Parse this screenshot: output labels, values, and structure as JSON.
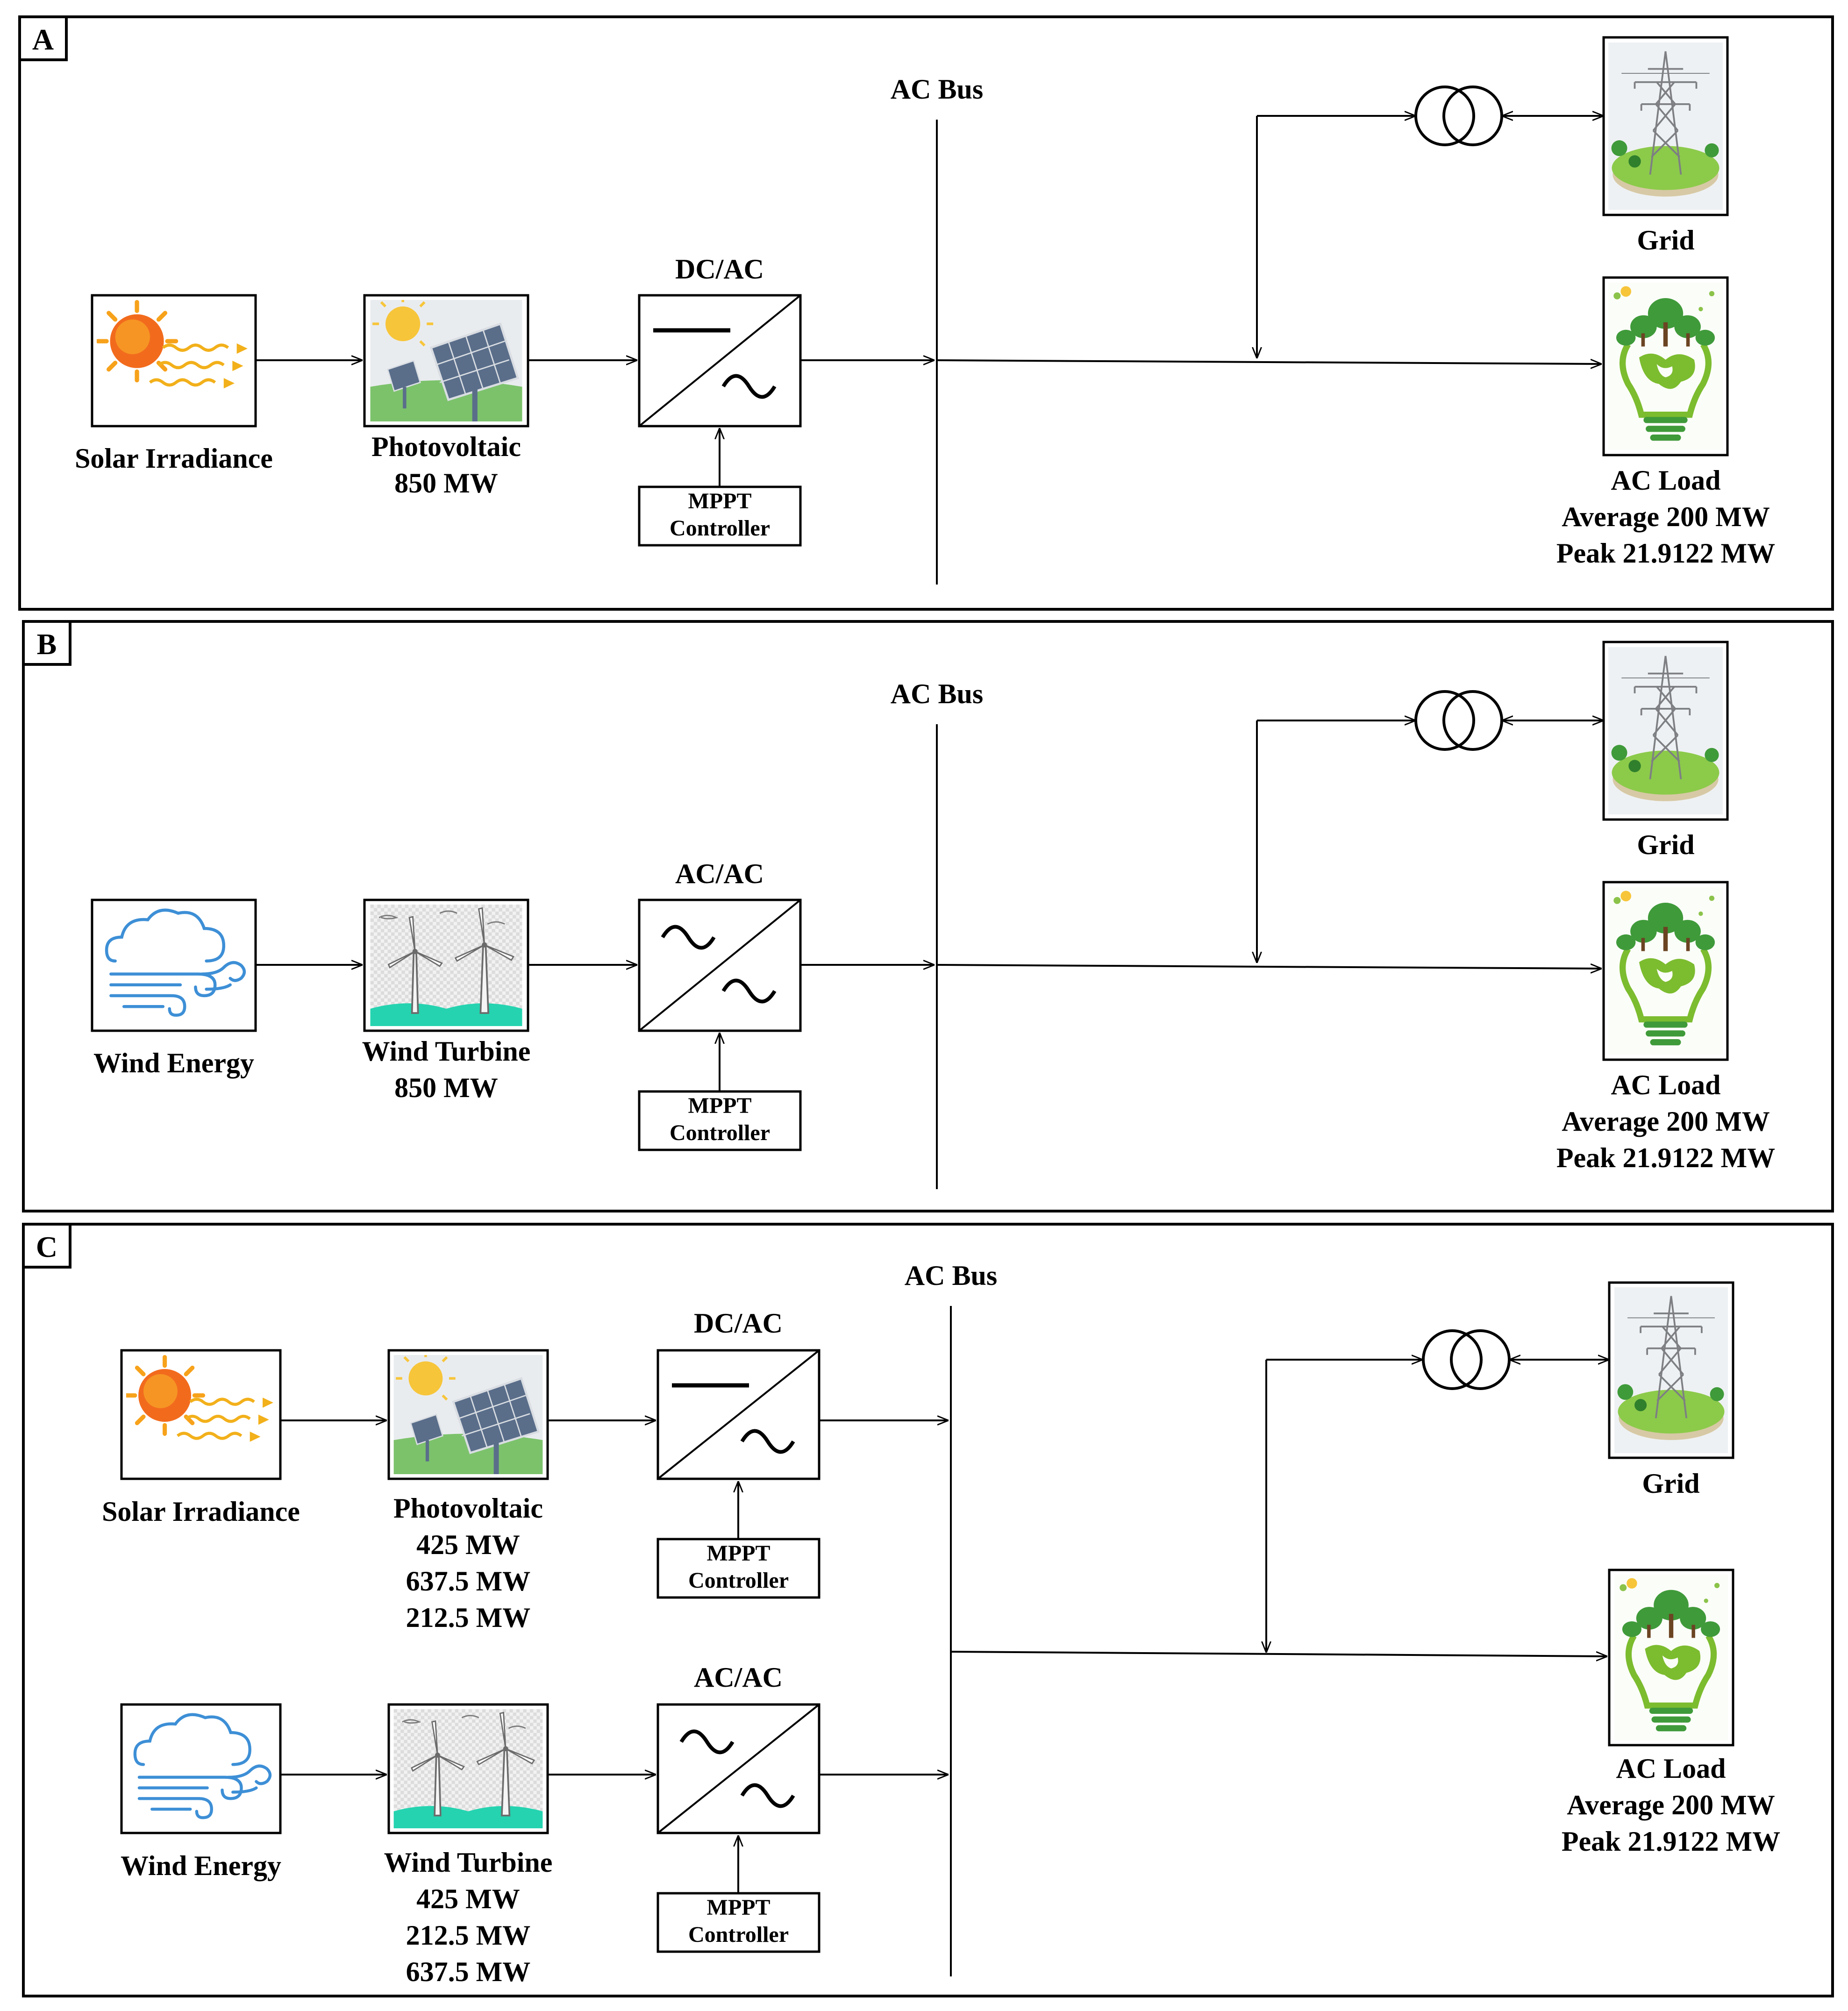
{
  "panels": [
    {
      "id": "A",
      "bus_label": "AC Bus",
      "source_label": "Solar Irradiance",
      "source_icon": "sun-icon",
      "gen_label": "Photovoltaic",
      "gen_icon": "solar-panel-icon",
      "gen_values": [
        "850 MW"
      ],
      "converter_label": "DC/AC",
      "controller_line1": "MPPT",
      "controller_line2": "Controller",
      "grid_label": "Grid",
      "load_label": "AC Load",
      "load_average": "Average 200 MW",
      "load_peak": "Peak 21.9122 MW"
    },
    {
      "id": "B",
      "bus_label": "AC Bus",
      "source_label": "Wind Energy",
      "source_icon": "wind-icon",
      "gen_label": "Wind Turbine",
      "gen_icon": "wind-turbine-icon",
      "gen_values": [
        "850 MW"
      ],
      "converter_label": "AC/AC",
      "controller_line1": "MPPT",
      "controller_line2": "Controller",
      "grid_label": "Grid",
      "load_label": "AC Load",
      "load_average": "Average 200 MW",
      "load_peak": "Peak 21.9122 MW"
    },
    {
      "id": "C",
      "bus_label": "AC Bus",
      "solar": {
        "source_label": "Solar Irradiance",
        "gen_label": "Photovoltaic",
        "gen_values": [
          "425 MW",
          "637.5 MW",
          "212.5 MW"
        ],
        "converter_label": "DC/AC",
        "controller_line1": "MPPT",
        "controller_line2": "Controller"
      },
      "wind": {
        "source_label": "Wind Energy",
        "gen_label": "Wind Turbine",
        "gen_values": [
          "425 MW",
          "212.5 MW",
          "637.5 MW"
        ],
        "converter_label": "AC/AC",
        "controller_line1": "MPPT",
        "controller_line2": "Controller"
      },
      "grid_label": "Grid",
      "load_label": "AC Load",
      "load_average": "Average 200 MW",
      "load_peak": "Peak 21.9122 MW"
    }
  ],
  "colors": {
    "sun": "#f7a21b",
    "sun_core": "#f26b1d",
    "sky_blue": "#3d8fd6",
    "grass": "#7cc26b",
    "sea_green": "#25d3b0",
    "tree": "#3f9a3a"
  }
}
